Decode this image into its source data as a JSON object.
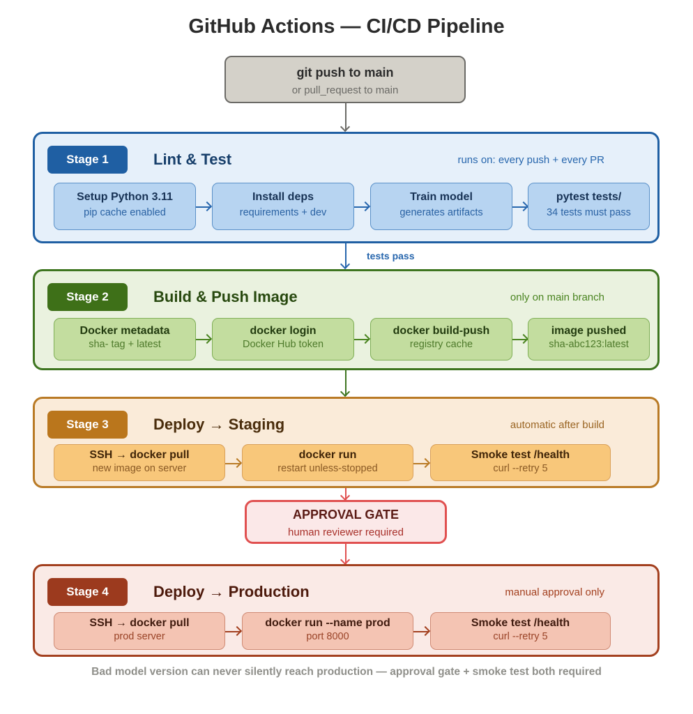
{
  "title": "GitHub Actions — CI/CD Pipeline",
  "trigger": {
    "title": "git push to main",
    "subtitle": "or pull_request to main"
  },
  "stages": [
    {
      "badge": "Stage 1",
      "title": "Lint & Test",
      "note": "runs on: every push + every PR",
      "color": "#1f5fa3",
      "steps": [
        {
          "title": "Setup Python 3.11",
          "subtitle": "pip cache enabled"
        },
        {
          "title": "Install deps",
          "subtitle": "requirements + dev"
        },
        {
          "title": "Train model",
          "subtitle": "generates artifacts"
        },
        {
          "title": "pytest tests/",
          "subtitle": "34 tests must pass"
        }
      ]
    },
    {
      "badge": "Stage 2",
      "title": "Build & Push Image",
      "note": "only on main branch",
      "color": "#3e7018",
      "steps": [
        {
          "title": "Docker metadata",
          "subtitle": "sha- tag + latest"
        },
        {
          "title": "docker login",
          "subtitle": "Docker Hub token"
        },
        {
          "title": "docker build-push",
          "subtitle": "registry cache"
        },
        {
          "title": "image pushed",
          "subtitle": "sha-abc123:latest"
        }
      ]
    },
    {
      "badge": "Stage 3",
      "title": "Deploy → Staging",
      "note": "automatic after build",
      "color": "#ba761c",
      "steps": [
        {
          "title": "SSH → docker pull",
          "subtitle": "new image on server"
        },
        {
          "title": "docker run",
          "subtitle": "restart unless-stopped"
        },
        {
          "title": "Smoke test /health",
          "subtitle": "curl --retry 5"
        }
      ]
    },
    {
      "badge": "Stage 4",
      "title": "Deploy → Production",
      "note": "manual approval only",
      "color": "#9c3a1e",
      "steps": [
        {
          "title": "SSH → docker pull",
          "subtitle": "prod server"
        },
        {
          "title": "docker run --name prod",
          "subtitle": "port 8000"
        },
        {
          "title": "Smoke test /health",
          "subtitle": "curl --retry 5"
        }
      ]
    }
  ],
  "edge_labels": {
    "stage1_to_stage2": "tests pass"
  },
  "approval_gate": {
    "title": "APPROVAL GATE",
    "subtitle": "human reviewer required",
    "color": "#e05050"
  },
  "footer": "Bad model version can never silently reach production — approval gate + smoke test both required"
}
